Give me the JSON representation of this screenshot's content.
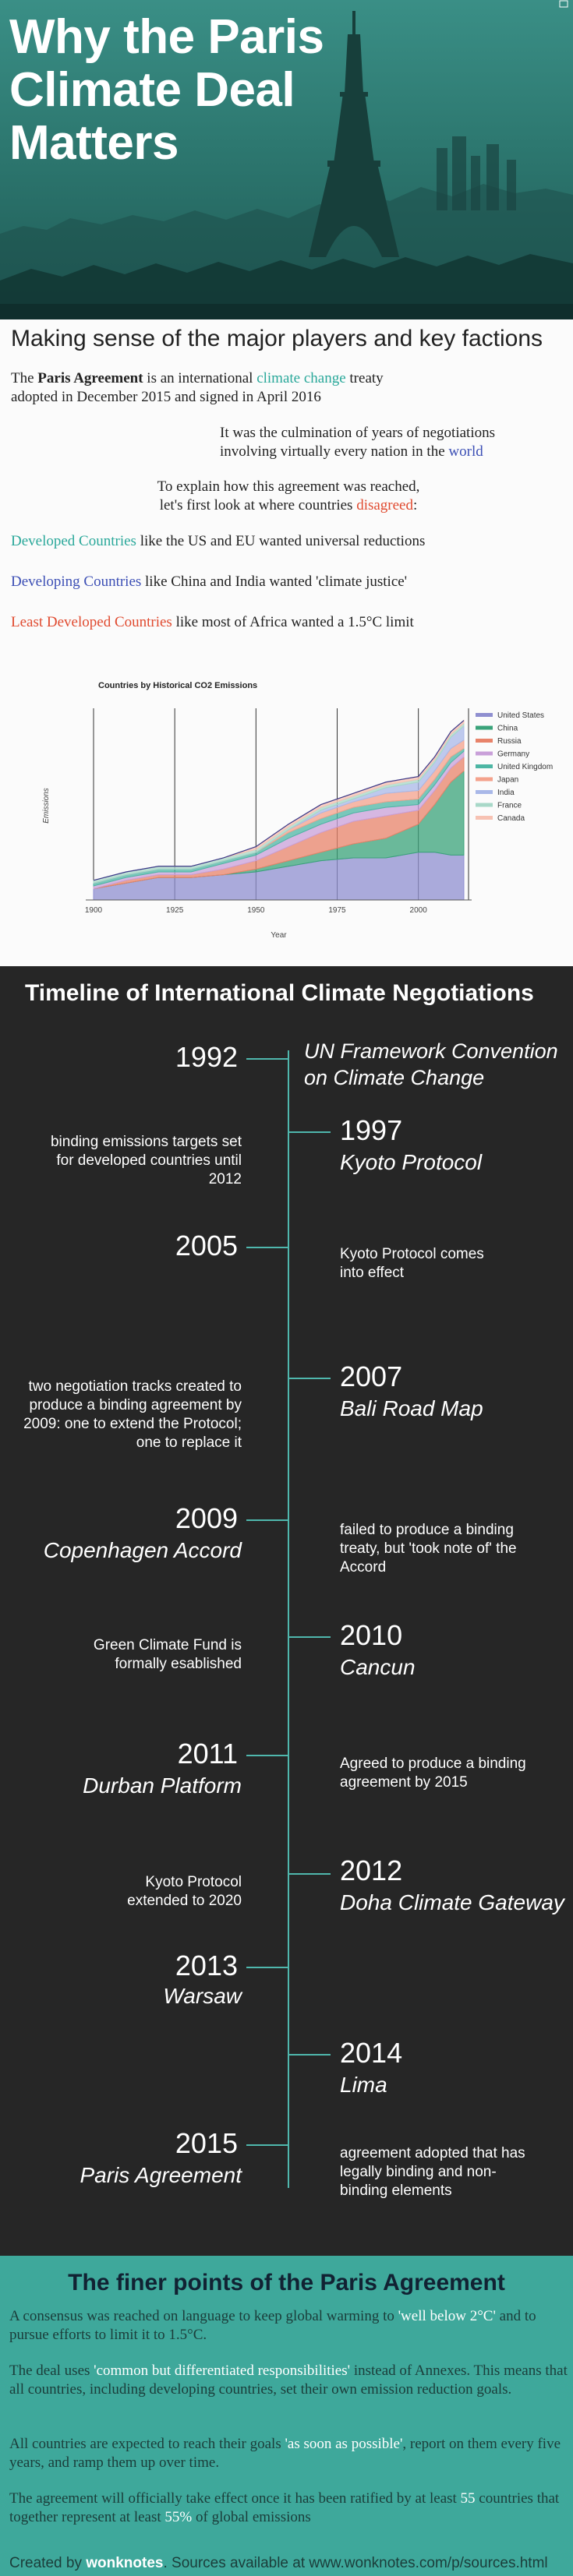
{
  "hero": {
    "title_lines": [
      "Why the Paris",
      "Climate Deal",
      "Matters"
    ],
    "corner_icon": "expand-icon"
  },
  "players": {
    "subtitle": "Making sense of the major players and key factions",
    "intro": {
      "part1": "The ",
      "bold": "Paris Agreement",
      "part2": " is an international ",
      "link": "climate change",
      "part3": " treaty",
      "line2": "adopted in December 2015 and signed in April 2016"
    },
    "culmination": {
      "line1": "It was the culmination of years of negotiations",
      "line2_text": "involving virtually every nation in the ",
      "line2_link": "world"
    },
    "explain": {
      "line1": "To explain how this agreement was reached,",
      "line2_text": "let's first look at where countries ",
      "line2_link": "disagreed",
      "line2_end": ":"
    },
    "factions": [
      {
        "name": "Developed Countries",
        "rest": " like the US and EU wanted universal reductions",
        "color": "#2aa89a"
      },
      {
        "name": "Developing Countries",
        "rest": " like China and India wanted 'climate justice'",
        "color": "#3c4fb5"
      },
      {
        "name": "Least Developed Countries",
        "rest": " like most of Africa wanted a 1.5°C limit",
        "color": "#e04a2f"
      }
    ]
  },
  "chart_data": {
    "type": "area",
    "title": "Countries by Historical CO2 Emissions",
    "xlabel": "Year",
    "ylabel": "Emissions",
    "xlim": [
      1900,
      2014
    ],
    "x_ticks": [
      1900,
      1925,
      1950,
      1975,
      2000
    ],
    "grid": "vertical lines at ticks",
    "legend_position": "right",
    "x": [
      1900,
      1910,
      1920,
      1930,
      1940,
      1950,
      1960,
      1970,
      1980,
      1990,
      2000,
      2005,
      2010,
      2014
    ],
    "series": [
      {
        "name": "United States",
        "color": "#8f8fd0",
        "values": [
          4,
          6,
          8,
          8,
          9,
          10,
          12,
          14,
          15,
          15,
          17,
          17,
          16,
          16
        ]
      },
      {
        "name": "China",
        "color": "#3aa37a",
        "values": [
          0,
          0,
          0,
          0,
          0,
          1,
          2,
          3,
          5,
          7,
          10,
          17,
          26,
          30
        ]
      },
      {
        "name": "Russia",
        "color": "#e8836a",
        "values": [
          0,
          1,
          1,
          1,
          2,
          3,
          5,
          7,
          8,
          8,
          5,
          5,
          5,
          5
        ]
      },
      {
        "name": "Germany",
        "color": "#c9a0d9",
        "values": [
          1,
          1,
          1,
          1,
          2,
          2,
          3,
          3,
          3,
          3,
          2,
          2,
          2,
          2
        ]
      },
      {
        "name": "United Kingdom",
        "color": "#4db6a4",
        "values": [
          1,
          1,
          1,
          1,
          1,
          1,
          2,
          2,
          2,
          2,
          2,
          2,
          2,
          1
        ]
      },
      {
        "name": "Japan",
        "color": "#f4a28c",
        "values": [
          0,
          0,
          0,
          0,
          0,
          0,
          1,
          2,
          2,
          3,
          3,
          3,
          3,
          3
        ]
      },
      {
        "name": "India",
        "color": "#a9b8e8",
        "values": [
          0,
          0,
          0,
          0,
          0,
          0,
          0,
          1,
          1,
          2,
          3,
          3,
          4,
          5
        ]
      },
      {
        "name": "France",
        "color": "#a8d8c8",
        "values": [
          1,
          1,
          1,
          1,
          1,
          1,
          1,
          1,
          1,
          1,
          1,
          1,
          1,
          1
        ]
      },
      {
        "name": "Canada",
        "color": "#f7c2b3",
        "values": [
          0,
          0,
          0,
          0,
          0,
          1,
          1,
          1,
          1,
          1,
          1,
          1,
          1,
          1
        ]
      }
    ]
  },
  "timeline": {
    "title": "Timeline of International Climate Negotiations",
    "events": [
      {
        "year": "1992",
        "name": "UN Framework Convention on Climate Change",
        "desc": ""
      },
      {
        "year": "1997",
        "name": "Kyoto Protocol",
        "desc": "binding emissions targets set for developed countries until 2012"
      },
      {
        "year": "2005",
        "name": "",
        "desc": "Kyoto Protocol comes into effect"
      },
      {
        "year": "2007",
        "name": "Bali Road Map",
        "desc": "two negotiation tracks created to produce a binding agreement by 2009: one to extend the Protocol; one to replace it"
      },
      {
        "year": "2009",
        "name": "Copenhagen Accord",
        "desc": "failed to produce a binding treaty, but 'took note of' the Accord"
      },
      {
        "year": "2010",
        "name": "Cancun",
        "desc": "Green Climate Fund is formally esablished"
      },
      {
        "year": "2011",
        "name": "Durban Platform",
        "desc": "Agreed to produce a binding agreement by 2015"
      },
      {
        "year": "2012",
        "name": "Doha Climate Gateway",
        "desc": "Kyoto Protocol extended to 2020"
      },
      {
        "year": "2013",
        "name": "Warsaw",
        "desc": ""
      },
      {
        "year": "2014",
        "name": "Lima",
        "desc": ""
      },
      {
        "year": "2015",
        "name": "Paris Agreement",
        "desc": "agreement adopted that has legally binding and non-binding elements"
      }
    ]
  },
  "finer": {
    "title": "The finer points of the Paris Agreement",
    "p1": {
      "a": "A consensus was reached on language to keep global warming to ",
      "hl": "'well below 2°C'",
      "b": " and to pursue efforts to limit it to 1.5°C."
    },
    "p2": {
      "a": "The deal uses ",
      "hl": "'common but differentiated responsibilities'",
      "b": " instead of Annexes. This means that all countries, including developing countries, set their own emission reduction goals."
    },
    "p3": {
      "a": "All countries are expected to reach their goals ",
      "hl": "'as soon as possible'",
      "b": ", report on them every five years, and ramp them up over time."
    },
    "p4": {
      "a": "The agreement will officially take effect once it has been ratified by at least ",
      "hl1": "55",
      "b": " countries that together represent at least ",
      "hl2": "55%",
      "c": " of global emissions"
    },
    "credits": {
      "a": "Created by ",
      "brand": "wonknotes",
      "b": ". Sources available at www.wonknotes.com/p/sources.html"
    }
  },
  "colors": {
    "teal_accent": "#4fb7ad",
    "timeline_bg": "#262626",
    "finer_bg": "#3ea89b"
  }
}
